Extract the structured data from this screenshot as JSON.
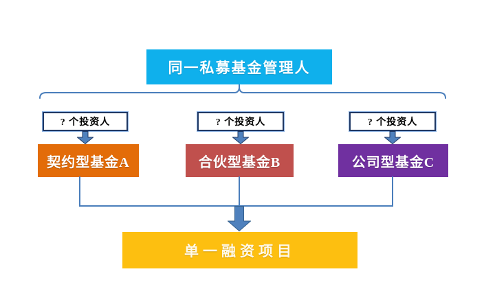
{
  "diagram": {
    "title_box": {
      "label": "同一私募基金管理人",
      "color": "#0fb0ec"
    },
    "investor_boxes": [
      {
        "label": "? 个投资人"
      },
      {
        "label": "? 个投资人"
      },
      {
        "label": "? 个投资人"
      }
    ],
    "fund_boxes": [
      {
        "label": "契约型基金A",
        "color": "#e36c09"
      },
      {
        "label": "合伙型基金B",
        "color": "#c0504d"
      },
      {
        "label": "公司型基金C",
        "color": "#7030a0"
      }
    ],
    "project_box": {
      "label": "单一融资项目",
      "color": "#fdbf10"
    },
    "connector_color": "#4a7ebb",
    "arrow_fill_color": "#4f81bd",
    "investor_box_border_color": "#1f3864"
  }
}
